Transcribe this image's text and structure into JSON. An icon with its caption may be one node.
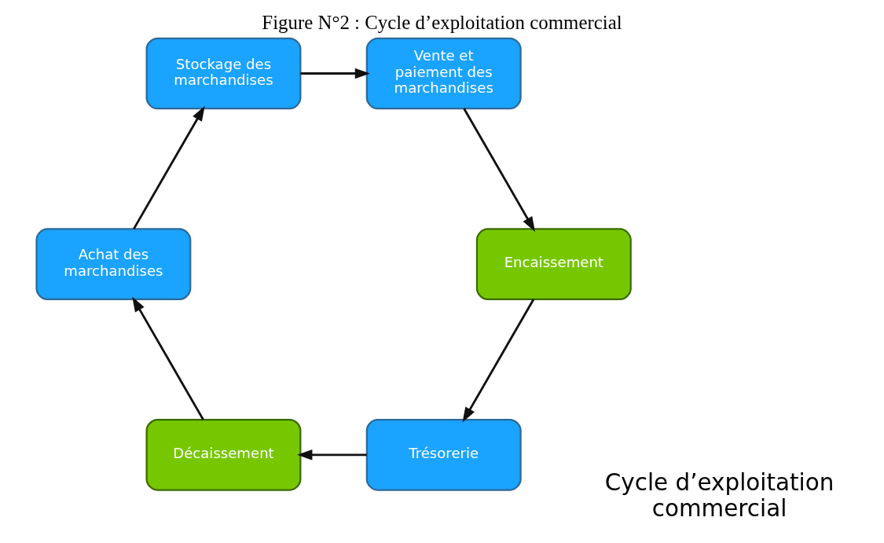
{
  "diagram": {
    "title": "Figure N°2 : Cycle d’exploitation commercial",
    "nodes": [
      {
        "text": [
          "Trésorerie"
        ]
      },
      {
        "text": [
          "Décaissement"
        ]
      },
      {
        "text": [
          "Achat des marchandises"
        ]
      },
      {
        "text": [
          "Stockage des marchandises"
        ]
      },
      {
        "text": [
          "Vente et paiement des marchandises"
        ]
      },
      {
        "text": [
          "Encaissement"
        ]
      }
    ],
    "edges": [
      {
        "from": 0,
        "to": 1,
        "arrow": "to"
      },
      {
        "from": 1,
        "to": 2,
        "arrow": "to"
      },
      {
        "from": 2,
        "to": 3,
        "arrow": "to"
      },
      {
        "from": 3,
        "to": 4,
        "arrow": "to"
      },
      {
        "from": 4,
        "to": 5,
        "arrow": "to"
      },
      {
        "from": 5,
        "to": 0,
        "arrow": "to"
      }
    ],
    "labels": [
      "Cycle d’exploitation commercial"
    ]
  }
}
